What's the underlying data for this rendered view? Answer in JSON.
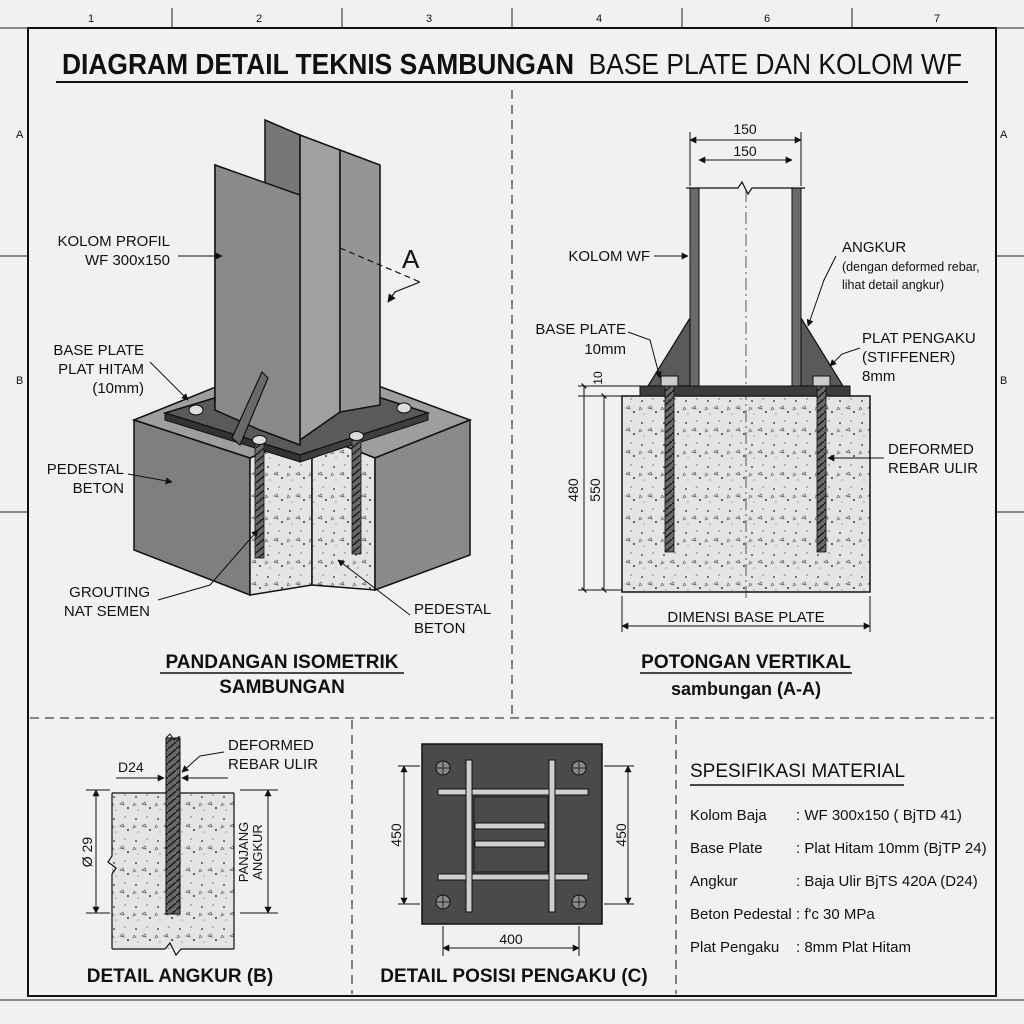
{
  "grid": {
    "cols": [
      "1",
      "2",
      "3",
      "4",
      "6",
      "7"
    ],
    "rows": [
      "A",
      "B"
    ]
  },
  "title": {
    "bold": "DIAGRAM DETAIL TEKNIS SAMBUNGAN",
    "normal": "BASE PLATE DAN KOLOM WF"
  },
  "iso": {
    "kolom_l1": "KOLOM PROFIL",
    "kolom_l2": "WF 300x150",
    "bp_l1": "BASE PLATE",
    "bp_l2": "PLAT HITAM",
    "bp_l3": "(10mm)",
    "ped_l1": "PEDESTAL",
    "ped_l2": "BETON",
    "grout_l1": "GROUTING",
    "grout_l2": "NAT SEMEN",
    "ped2_l1": "PEDESTAL",
    "ped2_l2": "BETON",
    "section_mark": "A",
    "caption_l1": "PANDANGAN ISOMETRIK",
    "caption_l2": "SAMBUNGAN"
  },
  "sec": {
    "dim_top1": "150",
    "dim_top2": "150",
    "kolom": "KOLOM WF",
    "angkur_l1": "ANGKUR",
    "angkur_l2": "(dengan deformed rebar,",
    "angkur_l3": "lihat detail angkur)",
    "bp_l1": "BASE PLATE",
    "bp_l2": "10mm",
    "stiff_l1": "PLAT PENGAKU",
    "stiff_l2": "(STIFFENER)",
    "stiff_l3": "8mm",
    "dim_10": "10",
    "dim_480": "480",
    "dim_550": "550",
    "rebar_l1": "DEFORMED",
    "rebar_l2": "REBAR ULIR",
    "dim_bp": "DIMENSI BASE PLATE",
    "caption_l1": "POTONGAN VERTIKAL",
    "caption_l2": "sambungan (A-A)"
  },
  "angkur": {
    "rebar_l1": "DEFORMED",
    "rebar_l2": "REBAR ULIR",
    "d24": "D24",
    "dia": "Ø 29",
    "panjang_l1": "PANJANG",
    "panjang_l2": "ANGKUR",
    "caption": "DETAIL ANGKUR (B)"
  },
  "pengaku": {
    "dim_left": "450",
    "dim_right": "450",
    "dim_bottom": "400",
    "caption": "DETAIL POSISI PENGAKU (C)"
  },
  "spec": {
    "heading": "SPESIFIKASI MATERIAL",
    "rows": [
      {
        "label": "Kolom Baja",
        "value": ": WF 300x150 ( BjTD 41)"
      },
      {
        "label": "Base Plate",
        "value": ": Plat Hitam 10mm (BjTP 24)"
      },
      {
        "label": "Angkur",
        "value": ": Baja Ulir BjTS 420A (D24)"
      },
      {
        "label": "Beton Pedestal",
        "value": ": f'c 30 MPa"
      },
      {
        "label": "Plat Pengaku",
        "value": ": 8mm Plat Hitam"
      }
    ]
  },
  "colors": {
    "steel": "#8c8c8c",
    "steel_dark": "#555555",
    "concrete": "#e4e4e2",
    "plate": "#4a4a4a",
    "background": "#f1f1ef"
  }
}
